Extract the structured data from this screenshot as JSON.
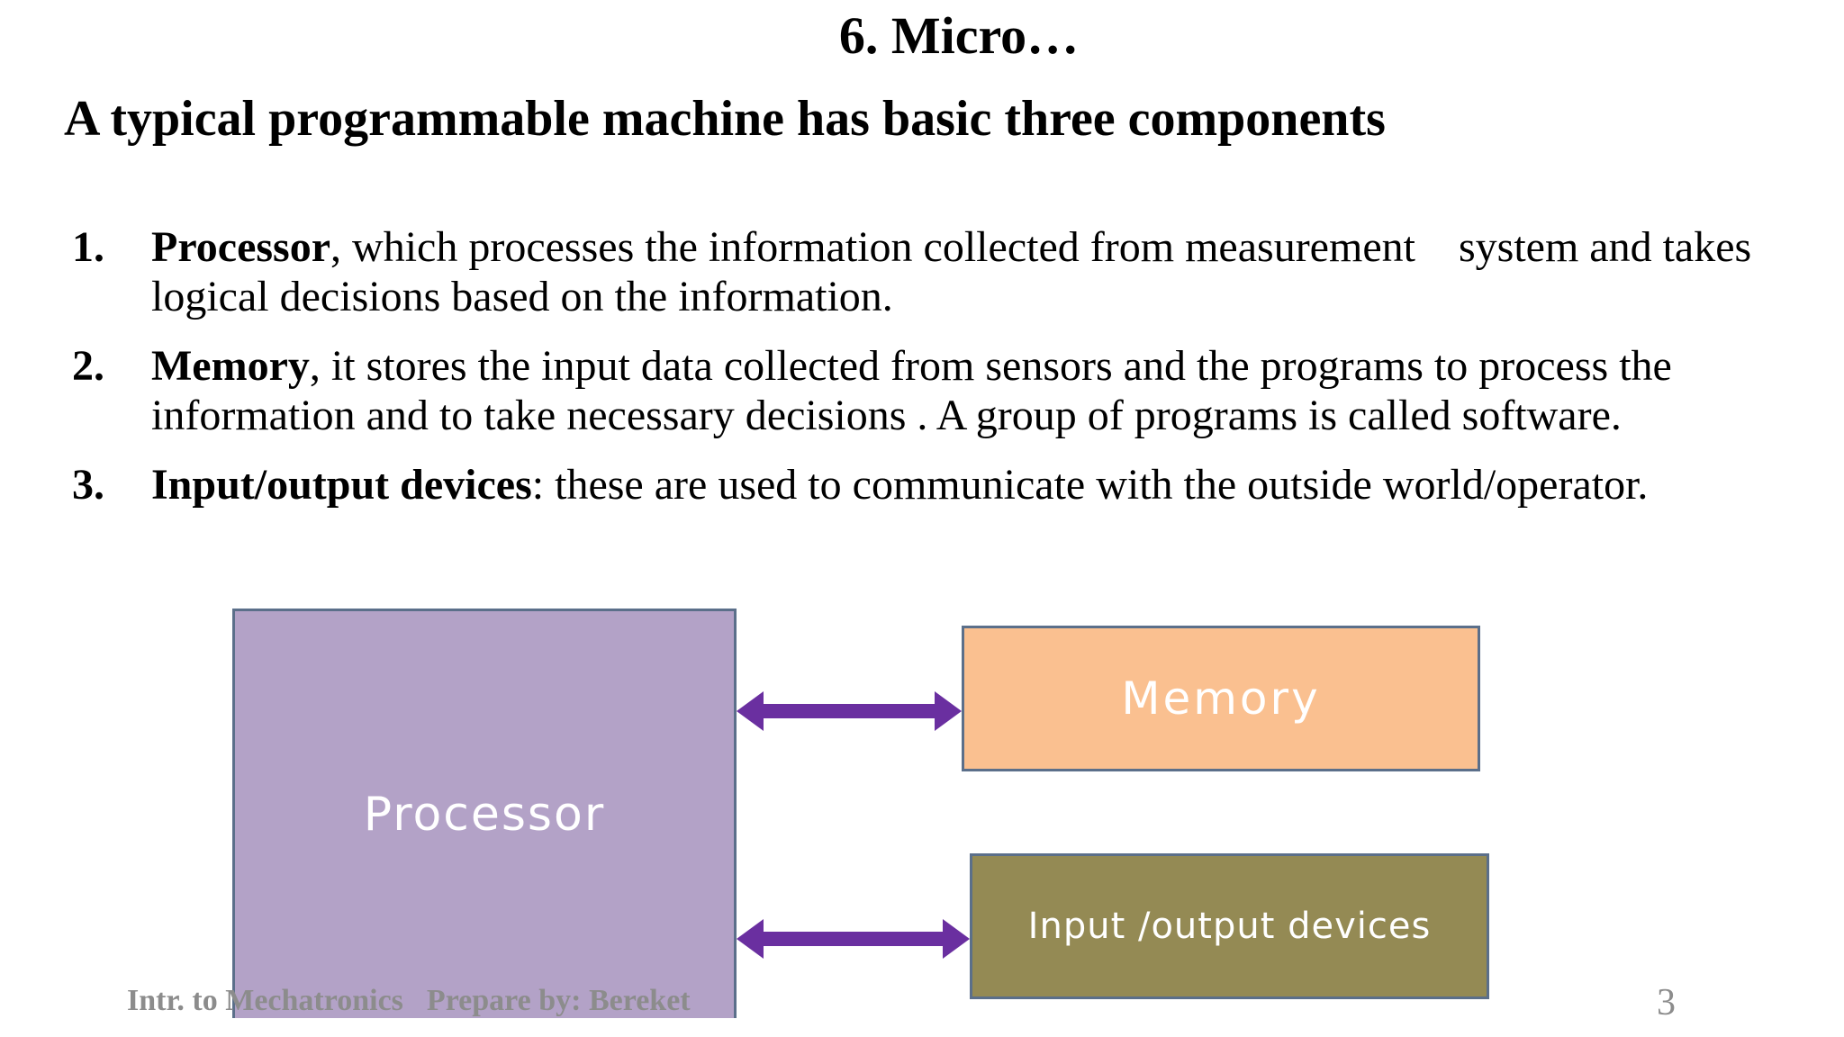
{
  "slide": {
    "title": "6. Micro…",
    "subtitle": "A typical programmable machine has basic three components",
    "items": [
      {
        "num": "1.",
        "term": "Processor",
        "text_a": ", which processes the information collected from measurement",
        "text_b": "system and takes logical decisions based on the information."
      },
      {
        "num": "2.",
        "term": "Memory",
        "text": ", it stores the input data collected from sensors and the programs to process the information and to take necessary decisions . A group of programs is called software."
      },
      {
        "num": "3.",
        "term": "Input/output devices",
        "text": ": these are used to communicate with the outside world/operator."
      }
    ]
  },
  "diagram": {
    "processor_label": "Processor",
    "memory_label": "Memory",
    "io_label": "Input /output devices",
    "colors": {
      "processor": "#b3a2c7",
      "memory": "#fac090",
      "io": "#948a54",
      "arrow": "#6a2fa0",
      "border": "#5b6f8a"
    }
  },
  "footer": {
    "course": "Intr. to Mechatronics",
    "author": "Prepare by: Bereket",
    "page_number": "3"
  }
}
